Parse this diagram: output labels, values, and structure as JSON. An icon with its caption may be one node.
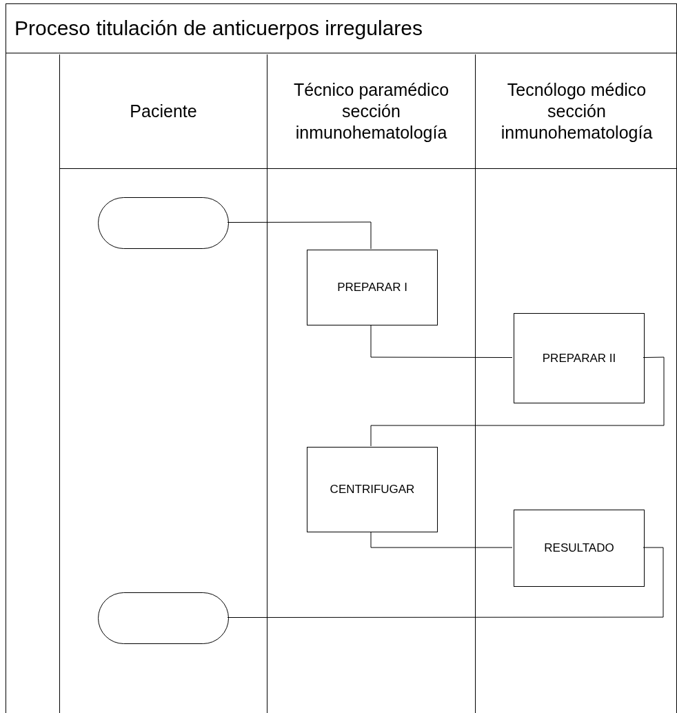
{
  "diagram": {
    "nodes": [
      {
        "text": [
          "Proceso titulación de anticuerpos irregulares"
        ]
      },
      {
        "text": [
          "Paciente"
        ],
        "in": 0
      },
      {
        "text": [
          "Técnico paramédico sección inmunohematología"
        ],
        "in": 0
      },
      {
        "text": [
          "Tecnólogo médico sección inmunohematología"
        ],
        "in": 0
      },
      {
        "text": [],
        "shape": "stadium",
        "in": 1
      },
      {
        "text": [
          "PREPARAR I"
        ],
        "in": 2
      },
      {
        "text": [
          "PREPARAR II"
        ],
        "in": 3
      },
      {
        "text": [
          "CENTRIFUGAR"
        ],
        "in": 2
      },
      {
        "text": [
          "RESULTADO"
        ],
        "in": 3
      },
      {
        "text": [],
        "shape": "stadium",
        "in": 1
      }
    ],
    "edges": [
      {
        "from": 4,
        "to": 5,
        "arrow": "none"
      },
      {
        "from": 5,
        "to": 6,
        "arrow": "none"
      },
      {
        "from": 6,
        "to": 7,
        "arrow": "none"
      },
      {
        "from": 7,
        "to": 8,
        "arrow": "none"
      },
      {
        "from": 8,
        "to": 9,
        "arrow": "none"
      }
    ]
  }
}
